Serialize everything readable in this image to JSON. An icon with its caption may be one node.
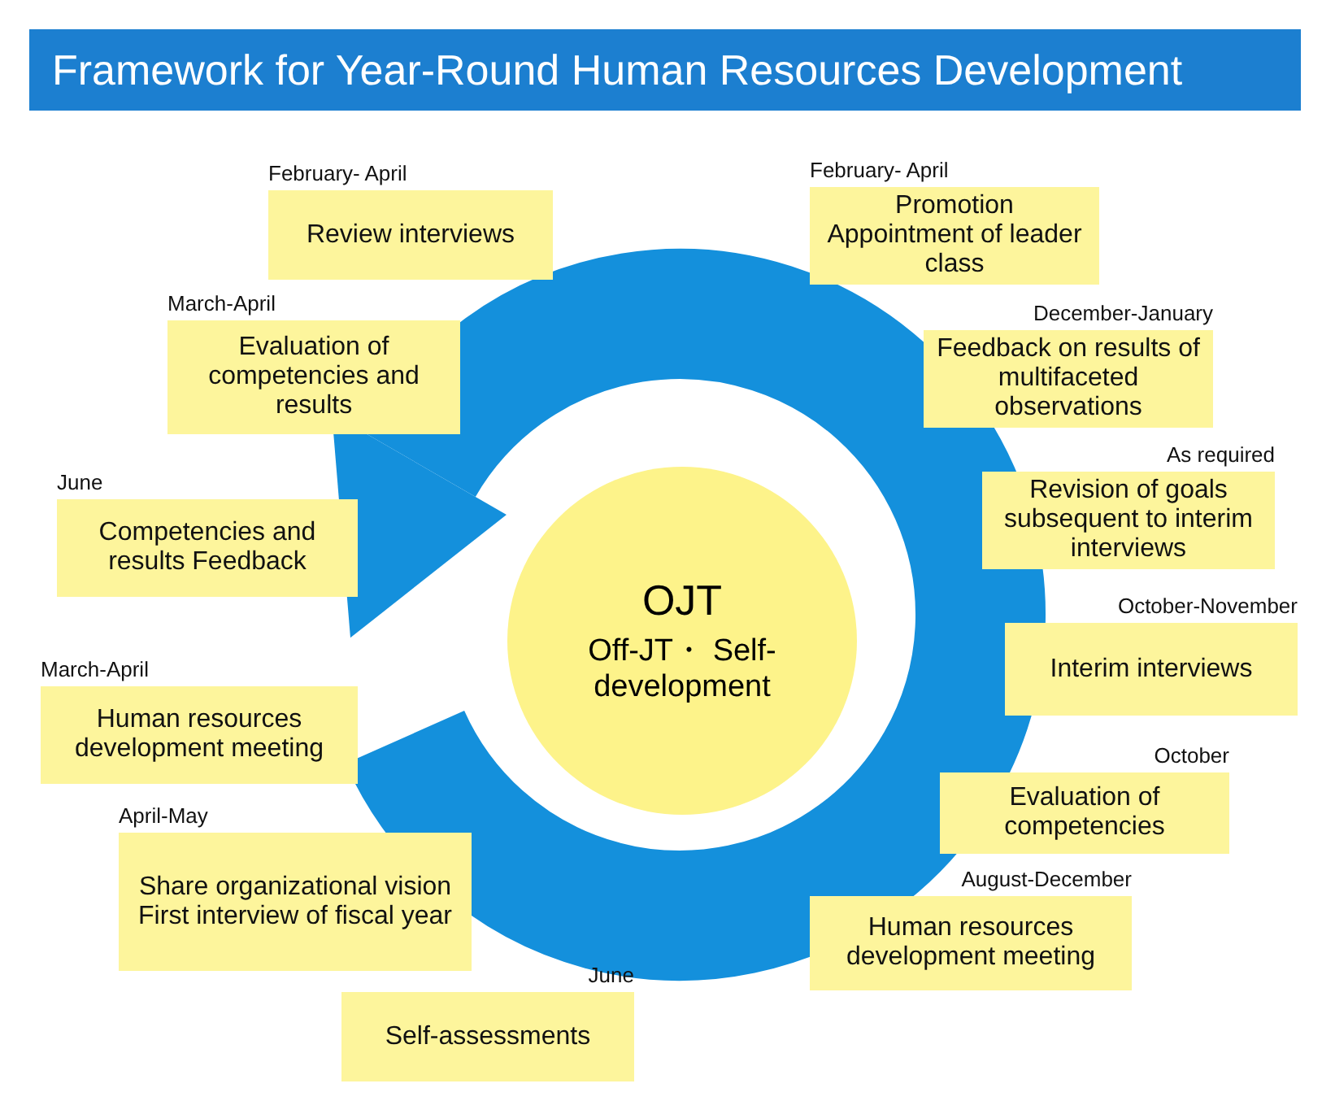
{
  "diagram": {
    "title": "Framework for Year-Round Human Resources Development",
    "nodes": [
      {
        "text": [
          "Review interviews"
        ],
        "beside": [
          "February- April"
        ]
      },
      {
        "text": [
          "Promotion Appointment of leader class"
        ],
        "beside": [
          "February- April"
        ]
      },
      {
        "text": [
          "Evaluation of competencies and results"
        ],
        "beside": [
          "March-April"
        ]
      },
      {
        "text": [
          "Feedback on results of multifaceted observations"
        ],
        "beside": [
          "December-January"
        ]
      },
      {
        "text": [
          "Competencies and results Feedback"
        ],
        "beside": [
          "June"
        ]
      },
      {
        "text": [
          "Revision of goals subsequent to interim interviews"
        ],
        "beside": [
          "As required"
        ]
      },
      {
        "text": [
          "OJT",
          "Off-JT・ Self-development"
        ]
      },
      {
        "text": [
          "Interim interviews"
        ],
        "beside": [
          "October-November"
        ]
      },
      {
        "text": [
          "Human resources development meeting"
        ],
        "beside": [
          "March-April"
        ]
      },
      {
        "text": [
          "Evaluation of competencies"
        ],
        "beside": [
          "October"
        ]
      },
      {
        "text": [
          "Share organizational vision",
          "First interview of fiscal year"
        ],
        "beside": [
          "April-May"
        ]
      },
      {
        "text": [
          "Human resources development meeting"
        ],
        "beside": [
          "August-December"
        ]
      },
      {
        "text": [
          "Self-assessments"
        ],
        "beside": [
          "June"
        ]
      }
    ]
  }
}
